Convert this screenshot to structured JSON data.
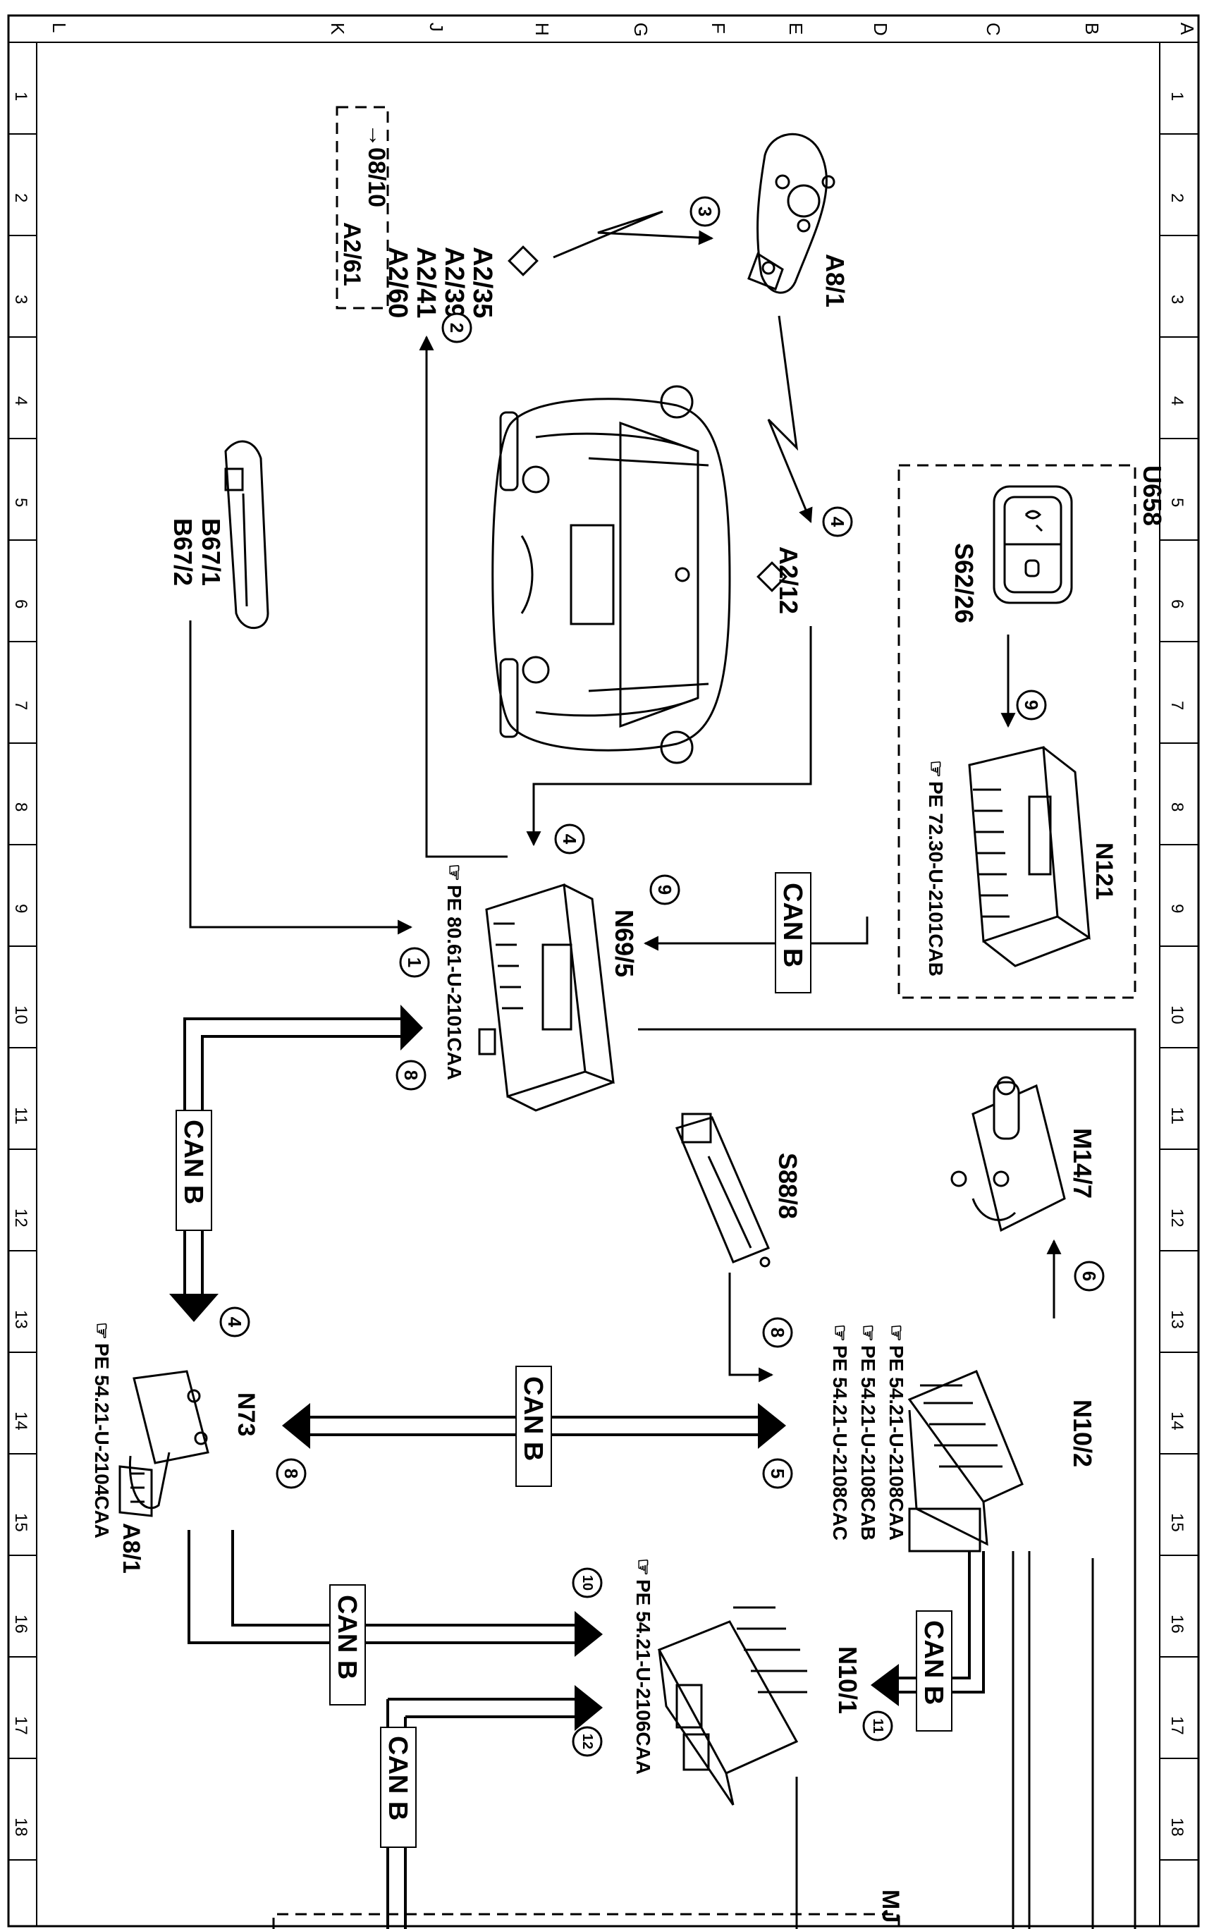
{
  "grid": {
    "letters": [
      "A",
      "B",
      "C",
      "D",
      "E",
      "F",
      "G",
      "H",
      "J",
      "K",
      "L"
    ],
    "numbers": [
      "1",
      "2",
      "3",
      "4",
      "5",
      "6",
      "7",
      "8",
      "9",
      "10",
      "11",
      "12",
      "13",
      "14",
      "15",
      "16",
      "17",
      "18"
    ]
  },
  "components": {
    "a2_group": {
      "items": [
        "A2/35",
        "A2/39",
        "A2/41",
        "A2/60"
      ]
    },
    "a2_61": {
      "prefix": "→08/10",
      "code": "A2/61"
    },
    "a8_1_top": "A8/1",
    "a2_12": "A2/12",
    "u658": "U658",
    "s62_26": "S62/26",
    "n121": "N121",
    "n121_ref": "PE 72.30-U-2101CAB",
    "b67": [
      "B67/1",
      "B67/2"
    ],
    "n69_5": "N69/5",
    "n69_5_ref": "PE 80.61-U-2101CAA",
    "m14_7": "M14/7",
    "s88_8": "S88/8",
    "n10_2": "N10/2",
    "n10_2_refs": [
      "PE 54.21-U-2108CAA",
      "PE 54.21-U-2108CAB",
      "PE 54.21-U-2108CAC"
    ],
    "n73": "N73",
    "n73_ref": "PE 54.21-U-2104CAA",
    "a8_1_bottom": "A8/1",
    "n10_1": "N10/1",
    "n10_1_ref": "PE 54.21-U-2106CAA",
    "mj": "MJ"
  },
  "bus_label": "CAN B",
  "steps": {
    "s1": "1",
    "s2": "2",
    "s3": "3",
    "s4a": "4",
    "s4b": "4",
    "s4c": "4",
    "s5": "5",
    "s6": "6",
    "s8a": "8",
    "s8b": "8",
    "s8c": "8",
    "s9a": "9",
    "s9b": "9",
    "s10": "10",
    "s11": "11",
    "s12": "12"
  }
}
